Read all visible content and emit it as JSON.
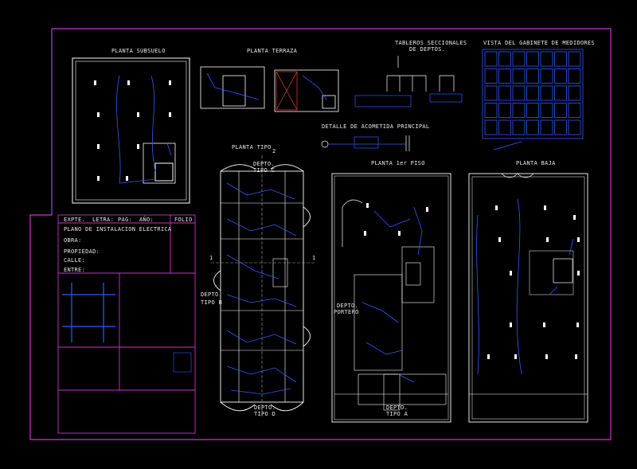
{
  "colors": {
    "background": "#000000",
    "frame": "#cc33cc",
    "walls": "#ffffff",
    "wiring": "#2f5bff",
    "text": "#e8e8e8"
  },
  "drawing_titles": {
    "subsuelo": "PLANTA SUBSUELO",
    "terraza": "PLANTA TERRAZA",
    "tableros_line1": "TABLEROS SECCIONALES",
    "tableros_line2": "DE DEPTOS.",
    "gabinete": "VISTA DEL GABINETE DE MEDIDORES",
    "acometida": "DETALLE DE ACOMETIDA PRINCIPAL",
    "tipo": "PLANTA TIPO",
    "primer_piso": "PLANTA 1er PISO",
    "baja": "PLANTA BAJA"
  },
  "room_labels": {
    "tipo_c_line1": "DEPTO.",
    "tipo_c_line2": "TIPO C",
    "tipo_b_line1": "DEPTO.",
    "tipo_b_line2": "TIPO B",
    "tipo_d_line1": "DEPTO.",
    "tipo_d_line2": "TIPO D",
    "portero_line1": "DEPTO.",
    "portero_line2": "PORTERO",
    "tipo_a_line1": "DEPTO.",
    "tipo_a_line2": "TIPO A"
  },
  "section_marks": {
    "top": "2",
    "left": "1",
    "right": "1"
  },
  "title_block": {
    "header": [
      "EXPTE.",
      "LETRA:",
      "PAG:",
      "AÑO:"
    ],
    "folio": "FOLIO",
    "plano": "PLANO DE INSTALACION ELECTRICA",
    "obra": "OBRA:",
    "propiedad": "PROPIEDAD:",
    "calle": "CALLE:",
    "entre": "ENTRE:"
  }
}
